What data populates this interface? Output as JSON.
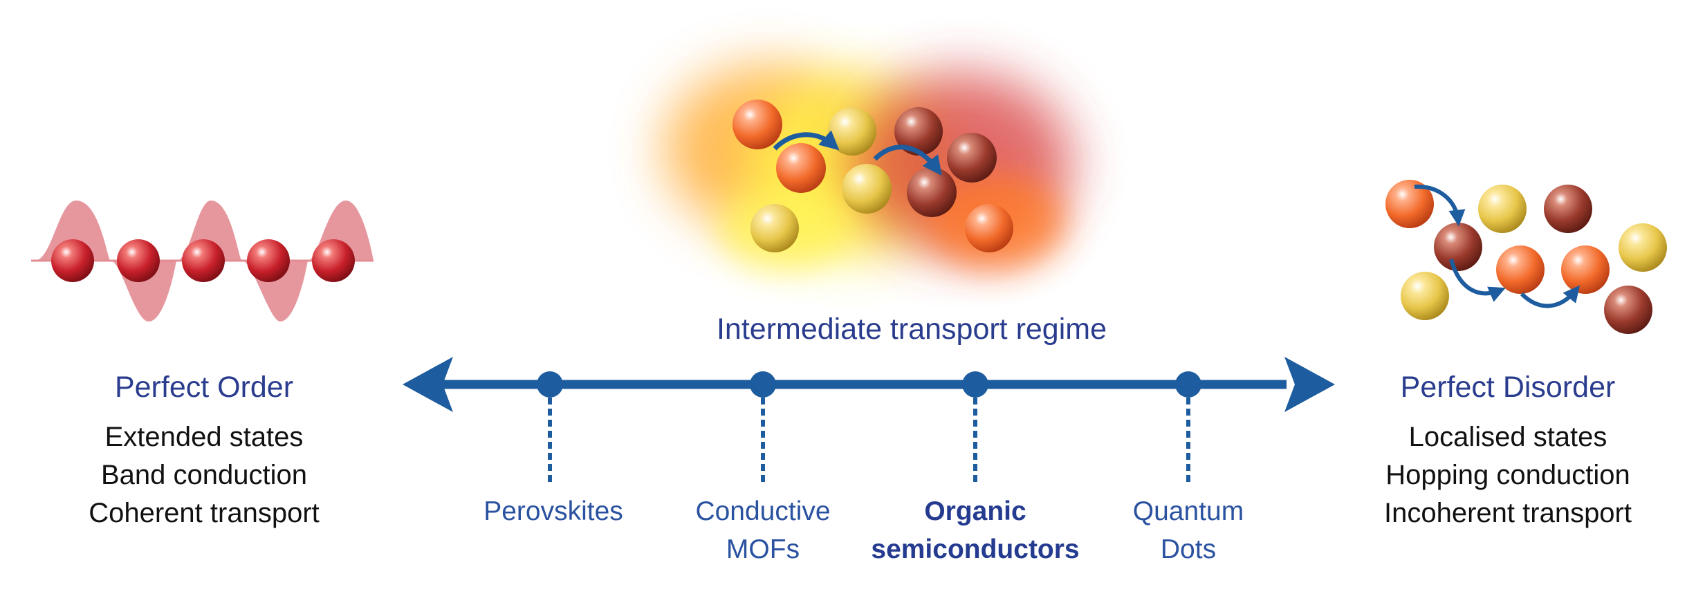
{
  "colors": {
    "accent_blue": "#1d5c9e",
    "title_blue": "#2a3c8e",
    "wave_pink": "#e38c93",
    "sphere_red": "#c8202a",
    "sphere_orange": "#f26a2a",
    "sphere_yellow": "#e7c64a",
    "sphere_brown": "#8c2f26"
  },
  "left": {
    "title": "Perfect Order",
    "lines": [
      "Extended states",
      "Band conduction",
      "Coherent transport"
    ]
  },
  "right": {
    "title": "Perfect Disorder",
    "lines": [
      "Localised states",
      "Hopping conduction",
      "Incoherent transport"
    ]
  },
  "center": {
    "regime_label": "Intermediate transport regime"
  },
  "materials": [
    {
      "lines": [
        "Perovskites"
      ],
      "bold": false
    },
    {
      "lines": [
        "Conductive",
        "MOFs"
      ],
      "bold": false
    },
    {
      "lines": [
        "Organic",
        "semiconductors"
      ],
      "bold": true
    },
    {
      "lines": [
        "Quantum",
        "Dots"
      ],
      "bold": false
    }
  ],
  "icons": {
    "ordered_lattice": "wave-with-spheres-icon",
    "intermediate_cluster": "glowing-particle-cluster-icon",
    "disordered_hopping": "hopping-particles-icon",
    "axis": "double-headed-arrow-icon"
  }
}
